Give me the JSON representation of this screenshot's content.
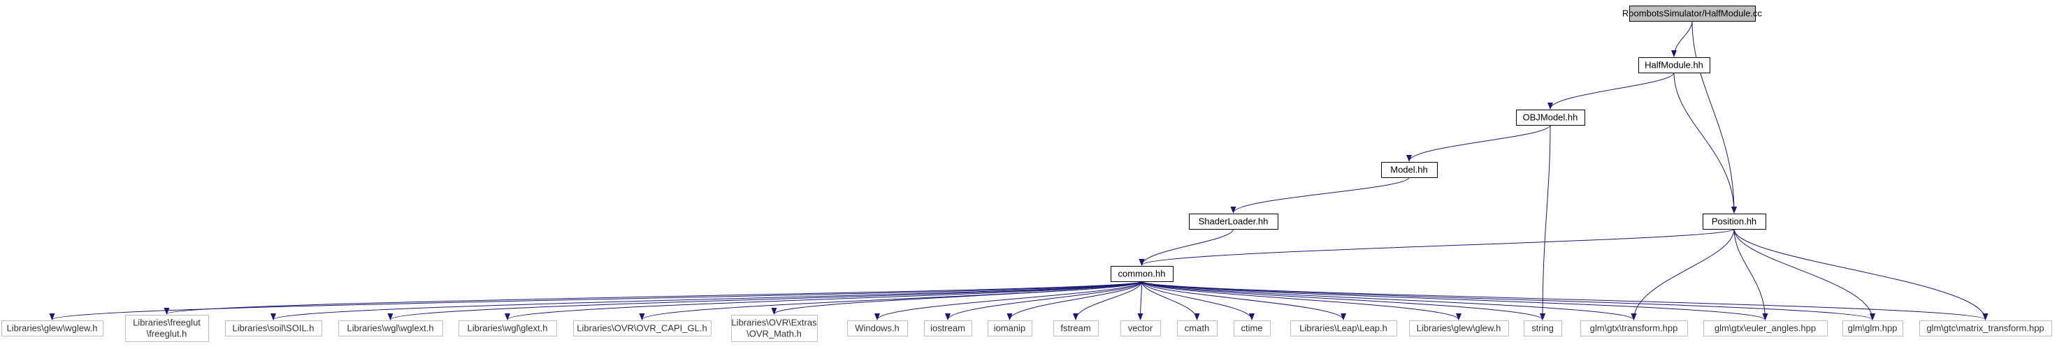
{
  "nodes": [
    {
      "id": "root",
      "label": "RoombotsSimulator/HalfModule.cc",
      "style": "root"
    },
    {
      "id": "halfmodule",
      "label": "HalfModule.hh",
      "style": "main"
    },
    {
      "id": "objmodel",
      "label": "OBJModel.hh",
      "style": "main"
    },
    {
      "id": "model",
      "label": "Model.hh",
      "style": "main"
    },
    {
      "id": "shaderloader",
      "label": "ShaderLoader.hh",
      "style": "main"
    },
    {
      "id": "position",
      "label": "Position.hh",
      "style": "main"
    },
    {
      "id": "common",
      "label": "common.hh",
      "style": "main"
    },
    {
      "id": "wglew",
      "label": "Libraries\\glew\\wglew.h",
      "style": "lib"
    },
    {
      "id": "freeglut",
      "label": "Libraries\\freeglut\n\\freeglut.h",
      "style": "lib"
    },
    {
      "id": "soil",
      "label": "Libraries\\soil\\SOIL.h",
      "style": "lib"
    },
    {
      "id": "wglext",
      "label": "Libraries\\wgl\\wglext.h",
      "style": "lib"
    },
    {
      "id": "glext",
      "label": "Libraries\\wgl\\glext.h",
      "style": "lib"
    },
    {
      "id": "ovrcapi",
      "label": "Libraries\\OVR\\OVR_CAPI_GL.h",
      "style": "lib"
    },
    {
      "id": "ovrmath",
      "label": "Libraries\\OVR\\Extras\n\\OVR_Math.h",
      "style": "lib"
    },
    {
      "id": "windows",
      "label": "Windows.h",
      "style": "lib"
    },
    {
      "id": "iostream",
      "label": "iostream",
      "style": "lib"
    },
    {
      "id": "iomanip",
      "label": "iomanip",
      "style": "lib"
    },
    {
      "id": "fstream",
      "label": "fstream",
      "style": "lib"
    },
    {
      "id": "vector",
      "label": "vector",
      "style": "lib"
    },
    {
      "id": "cmath",
      "label": "cmath",
      "style": "lib"
    },
    {
      "id": "ctime",
      "label": "ctime",
      "style": "lib"
    },
    {
      "id": "leap",
      "label": "Libraries\\Leap\\Leap.h",
      "style": "lib"
    },
    {
      "id": "glew",
      "label": "Libraries\\glew\\glew.h",
      "style": "lib"
    },
    {
      "id": "string",
      "label": "string",
      "style": "lib"
    },
    {
      "id": "transform",
      "label": "glm\\gtx\\transform.hpp",
      "style": "lib"
    },
    {
      "id": "euler",
      "label": "glm\\gtx\\euler_angles.hpp",
      "style": "lib"
    },
    {
      "id": "glm",
      "label": "glm\\glm.hpp",
      "style": "lib"
    },
    {
      "id": "matrix",
      "label": "glm\\gtc\\matrix_transform.hpp",
      "style": "lib"
    }
  ],
  "edges": [
    [
      "root",
      "halfmodule"
    ],
    [
      "root",
      "position"
    ],
    [
      "halfmodule",
      "objmodel"
    ],
    [
      "halfmodule",
      "position"
    ],
    [
      "objmodel",
      "model"
    ],
    [
      "objmodel",
      "string"
    ],
    [
      "model",
      "shaderloader"
    ],
    [
      "shaderloader",
      "common"
    ],
    [
      "position",
      "common"
    ],
    [
      "position",
      "transform"
    ],
    [
      "position",
      "euler"
    ],
    [
      "position",
      "glm"
    ],
    [
      "position",
      "matrix"
    ],
    [
      "common",
      "wglew"
    ],
    [
      "common",
      "freeglut"
    ],
    [
      "common",
      "soil"
    ],
    [
      "common",
      "wglext"
    ],
    [
      "common",
      "glext"
    ],
    [
      "common",
      "ovrcapi"
    ],
    [
      "common",
      "ovrmath"
    ],
    [
      "common",
      "windows"
    ],
    [
      "common",
      "iostream"
    ],
    [
      "common",
      "iomanip"
    ],
    [
      "common",
      "fstream"
    ],
    [
      "common",
      "vector"
    ],
    [
      "common",
      "cmath"
    ],
    [
      "common",
      "ctime"
    ],
    [
      "common",
      "leap"
    ],
    [
      "common",
      "glew"
    ],
    [
      "common",
      "string"
    ],
    [
      "common",
      "transform"
    ],
    [
      "common",
      "euler"
    ],
    [
      "common",
      "glm"
    ],
    [
      "common",
      "matrix"
    ]
  ],
  "colors": {
    "edge": "#191970",
    "root_fill": "#bfbfbf",
    "node_border": "#000000",
    "lib_border": "#bfbfbf",
    "node_fill": "#ffffff"
  }
}
